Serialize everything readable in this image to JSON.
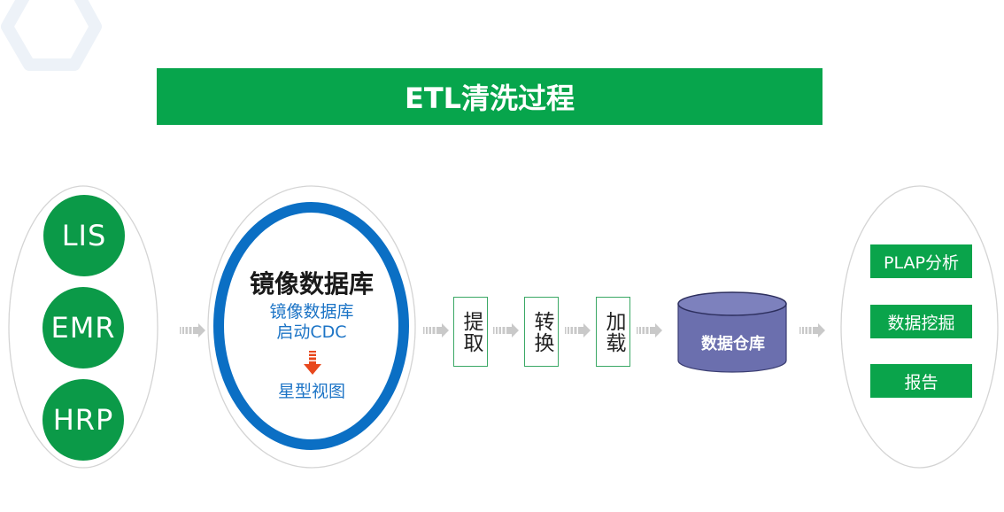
{
  "title": "ETL清洗过程",
  "sources": [
    {
      "label": "LIS"
    },
    {
      "label": "EMR"
    },
    {
      "label": "HRP"
    }
  ],
  "mirror": {
    "heading": "镜像数据库",
    "lines": [
      "镜像数据库",
      "启动CDC"
    ],
    "result": "星型视图"
  },
  "steps": [
    {
      "label": "提取"
    },
    {
      "label": "转换"
    },
    {
      "label": "加载"
    }
  ],
  "warehouse": {
    "label": "数据仓库"
  },
  "outputs": [
    {
      "label": "PLAP分析"
    },
    {
      "label": "数据挖掘"
    },
    {
      "label": "报告"
    }
  ],
  "colors": {
    "banner": "#07a54c",
    "source_node": "#0b9a48",
    "output_box": "#0aa44b",
    "step_border": "#3aa865",
    "mirror_ring": "#0b6fc4",
    "mirror_text": "#1c74c6",
    "warehouse": "#6b6fae",
    "flow_arrow": "#c9c9c9",
    "down_arrow": "#e8481d"
  }
}
